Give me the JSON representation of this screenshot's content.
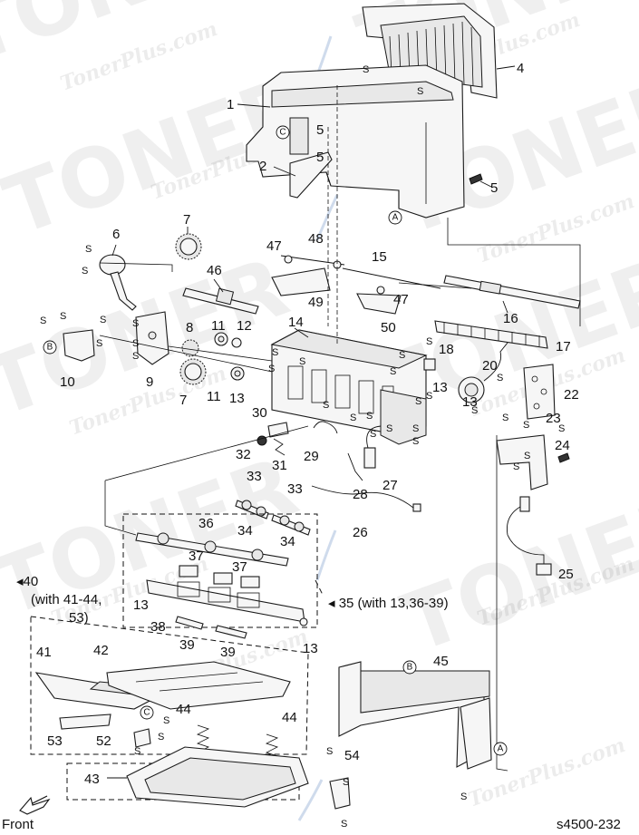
{
  "watermark": {
    "large": [
      "TONER",
      "TONER",
      "TONER",
      "TONER",
      "TONER",
      "TONER",
      "TONER",
      "TONER"
    ],
    "small": [
      "TonerPlus.com",
      "TonerPlus.com",
      "TonerPlus.com",
      "TonerPlus.com",
      "TonerPlus.com",
      "TonerPlus.com",
      "TonerPlus.com",
      "TonerPlus.com",
      "TonerPlus.com",
      "TonerPlus.com"
    ],
    "accent_color": "#9fb7d9"
  },
  "callouts": [
    "1",
    "2",
    "4",
    "5",
    "5",
    "5",
    "6",
    "7",
    "7",
    "8",
    "9",
    "10",
    "11",
    "11",
    "12",
    "13",
    "13",
    "13",
    "13",
    "13",
    "14",
    "15",
    "16",
    "17",
    "18",
    "20",
    "22",
    "23",
    "24",
    "25",
    "26",
    "27",
    "28",
    "29",
    "30",
    "31",
    "32",
    "33",
    "33",
    "34",
    "34",
    "36",
    "37",
    "37",
    "38",
    "39",
    "39",
    "41",
    "42",
    "43",
    "44",
    "44",
    "45",
    "46",
    "47",
    "47",
    "48",
    "49",
    "50",
    "52",
    "53",
    "54"
  ],
  "screw_marks": [
    "S",
    "S",
    "S",
    "S",
    "S",
    "S",
    "S",
    "S",
    "S",
    "S",
    "S",
    "S",
    "S",
    "S",
    "S",
    "S",
    "S",
    "S",
    "S",
    "S",
    "S",
    "S",
    "S",
    "S",
    "S",
    "S",
    "S",
    "S",
    "S",
    "S",
    "S",
    "S",
    "S",
    "S",
    "S",
    "S",
    "S",
    "S",
    "S",
    "S"
  ],
  "reference_letters": [
    "C",
    "A",
    "B",
    "B",
    "C",
    "A"
  ],
  "group_notes": {
    "n40_line1": "◂40",
    "n40_line2": "(with 41-44,",
    "n40_line3": "53)",
    "n35": "◂ 35 (with 13,36-39)"
  },
  "front_label": "Front",
  "figure_id": "s4500-232"
}
